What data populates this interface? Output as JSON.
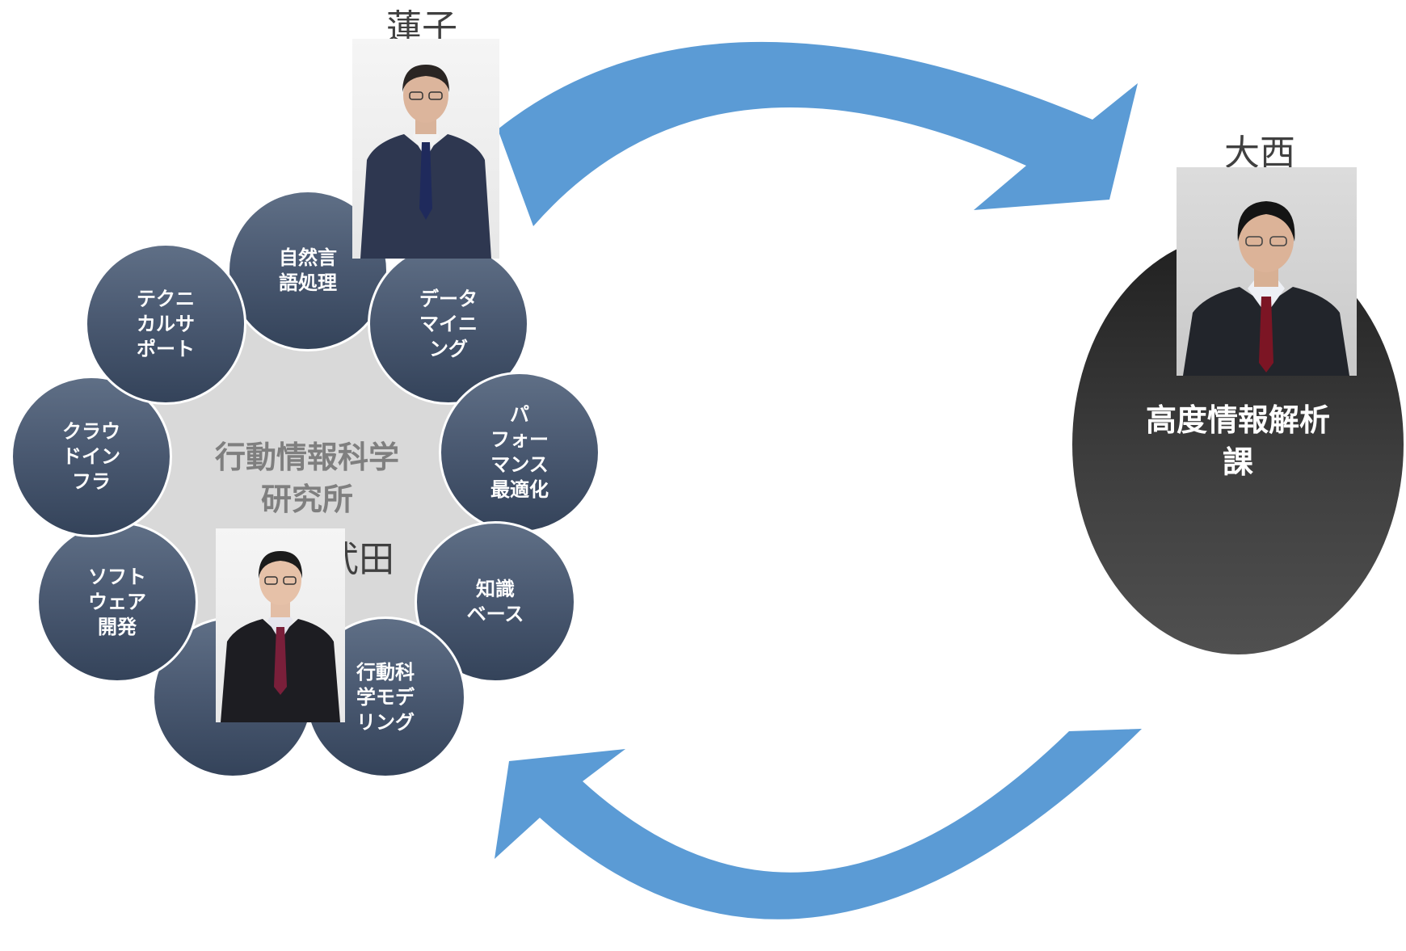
{
  "center": {
    "label": "行動情報科学\n研究所"
  },
  "bubbles": [
    {
      "label": "自然言\n語処理"
    },
    {
      "label": "データ\nマイニ\nング"
    },
    {
      "label": "パ\nフォー\nマンス\n最適化"
    },
    {
      "label": "知識\nベース"
    },
    {
      "label": "行動科\n学モデ\nリング"
    },
    {
      "label": ""
    },
    {
      "label": "ソフト\nウェア\n開発"
    },
    {
      "label": "クラウ\nドイン\nフラ"
    },
    {
      "label": "テクニ\nカルサ\nポート"
    }
  ],
  "division": {
    "label": "高度情報解析\n課"
  },
  "people": [
    {
      "name": "蓮子"
    },
    {
      "name": "武田"
    },
    {
      "name": "大西"
    }
  ],
  "colors": {
    "arrow": "#5b9bd5",
    "bubble": "#4b5a72",
    "center_disc": "#d9d9d9",
    "division_disc": "#3e3e3e"
  }
}
